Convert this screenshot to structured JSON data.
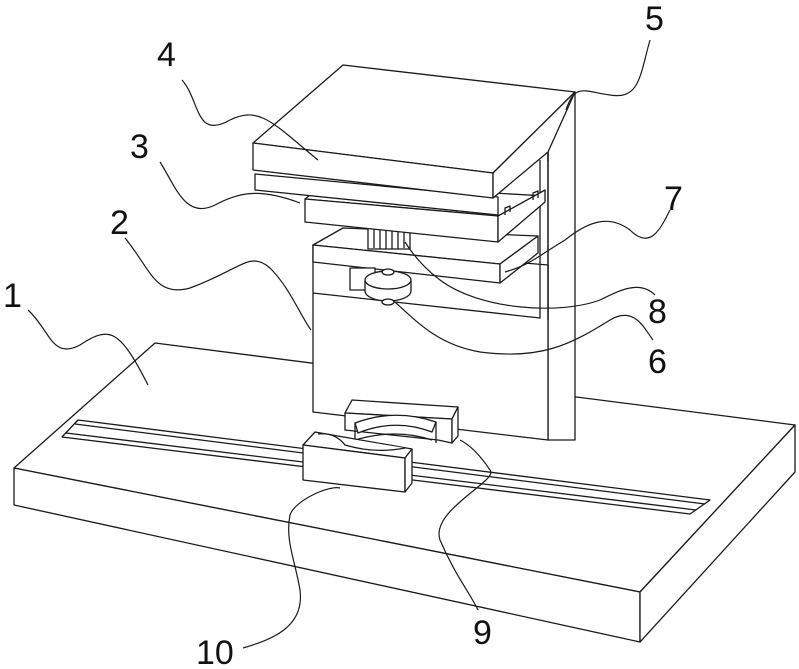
{
  "figure": {
    "type": "patent-drawing",
    "view": "isometric",
    "labels": [
      {
        "id": "1",
        "text": "1",
        "part": "base-plate"
      },
      {
        "id": "2",
        "text": "2",
        "part": "vertical-column"
      },
      {
        "id": "3",
        "text": "3",
        "part": "upper-slide-plate"
      },
      {
        "id": "4",
        "text": "4",
        "part": "top-plate"
      },
      {
        "id": "5",
        "text": "5",
        "part": "column-side-rail"
      },
      {
        "id": "6",
        "text": "6",
        "part": "lower-roller"
      },
      {
        "id": "7",
        "text": "7",
        "part": "middle-plate"
      },
      {
        "id": "8",
        "text": "8",
        "part": "gear-motor"
      },
      {
        "id": "9",
        "text": "9",
        "part": "clamp-holder"
      },
      {
        "id": "10",
        "text": "10",
        "part": "sliding-block"
      }
    ]
  }
}
